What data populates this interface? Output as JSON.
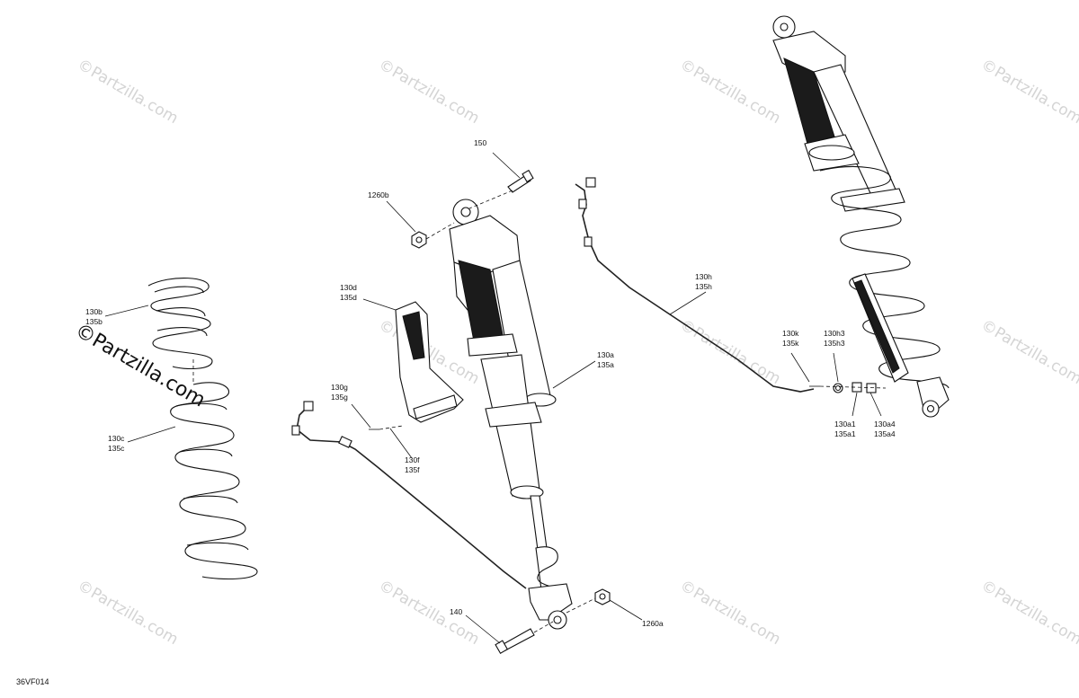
{
  "diagram": {
    "drawing_code": "36VF014",
    "watermark_text": "©Partzilla.com",
    "watermark_prominent": "©Partzilla.com",
    "callouts": {
      "c150": "150",
      "c1260b": "1260b",
      "c130d": "130d",
      "c135d": "135d",
      "c130b": "130b",
      "c135b": "135b",
      "c130c": "130c",
      "c135c": "135c",
      "c130g": "130g",
      "c135g": "135g",
      "c130f": "130f",
      "c135f": "135f",
      "c130a": "130a",
      "c135a": "135a",
      "c130h": "130h",
      "c135h": "135h",
      "c130k": "130k",
      "c135k": "135k",
      "c130h3": "130h3",
      "c135h3": "135h3",
      "c130a1": "130a1",
      "c135a1": "135a1",
      "c130a4": "130a4",
      "c135a4": "135a4",
      "c140": "140",
      "c1260a": "1260a"
    }
  }
}
